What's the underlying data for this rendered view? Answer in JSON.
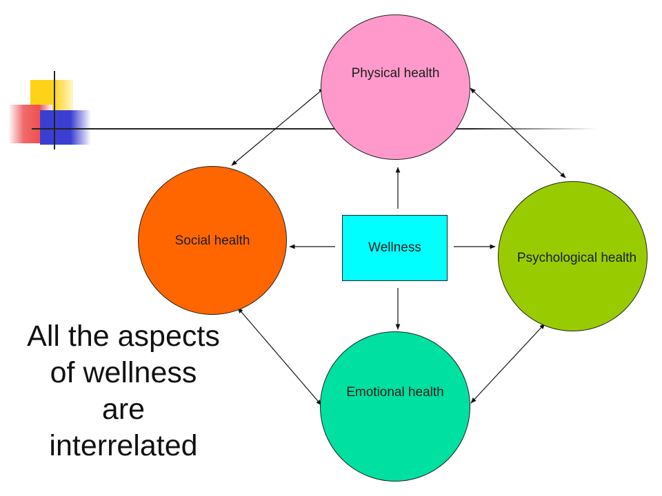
{
  "colors": {
    "physical": "#ff99cc",
    "social": "#ff6600",
    "psychological": "#99cc00",
    "emotional": "#00e0a0",
    "wellness": "#00ffff"
  },
  "diagram": {
    "center": "Wellness",
    "aspects": {
      "physical": "Physical health",
      "social": "Social health",
      "psychological": "Psychological health",
      "emotional": "Emotional health"
    }
  },
  "caption": {
    "lines": [
      "All the aspects",
      "of wellness",
      "are",
      "interrelated"
    ]
  }
}
